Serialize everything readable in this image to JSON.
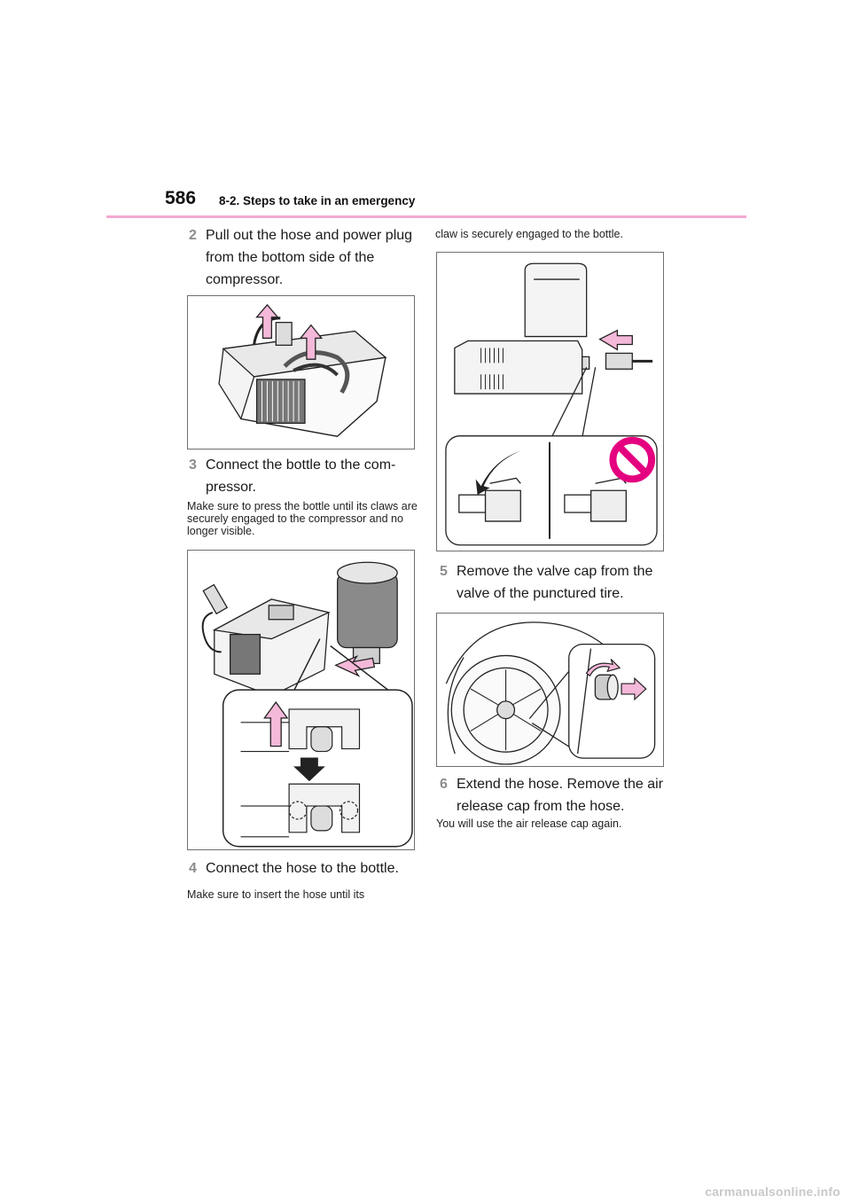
{
  "header": {
    "page_number": "586",
    "section_title": "8-2. Steps to take in an emergency"
  },
  "left_column": {
    "step2": {
      "number": "2",
      "text": "Pull out the hose and power plug from the bottom side of the compressor."
    },
    "step3": {
      "number": "3",
      "text": "Connect the bottle to the com-pressor.",
      "note": "Make sure to press the bottle until its claws are securely engaged to the compressor and no longer visible."
    },
    "step4": {
      "number": "4",
      "text": "Connect the hose to the bottle.",
      "note": "Make sure to insert the hose until its"
    }
  },
  "right_column": {
    "step4_note_cont": "claw is securely engaged to the bottle.",
    "step5": {
      "number": "5",
      "text": "Remove the valve cap from the valve of the punctured tire."
    },
    "step6": {
      "number": "6",
      "text": "Extend the hose. Remove the air release cap from the hose.",
      "note": "You will use the air release cap again."
    }
  },
  "footer": {
    "watermark": "carmanualsonline.info"
  },
  "colors": {
    "accent_rule": "#f3a9d1",
    "arrow_fill": "#f4b8d8",
    "prohibit_red": "#e4007f",
    "step_number": "#8c8c8c"
  }
}
